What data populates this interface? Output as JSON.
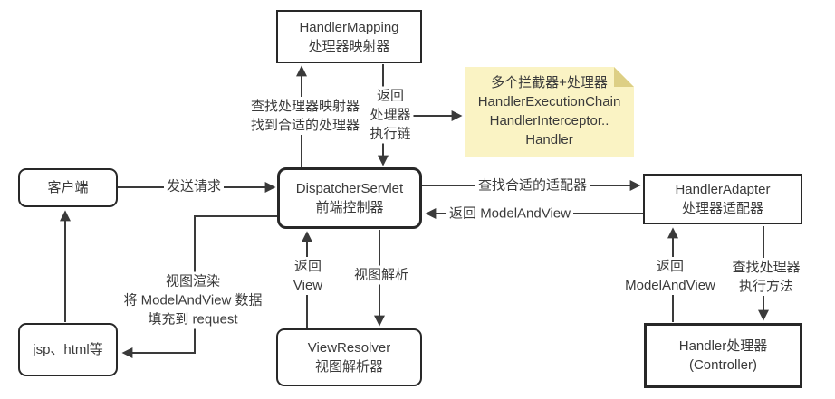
{
  "colors": {
    "line": "#3a3a3a",
    "box_border": "#282828",
    "text": "#3a3a3a",
    "note_bg": "#faf3c4",
    "note_fold": "#ddcf85"
  },
  "boxes": {
    "handler_mapping": {
      "title": "HandlerMapping",
      "subtitle": "处理器映射器"
    },
    "client": {
      "title": "客户端"
    },
    "dispatcher_servlet": {
      "title": "DispatcherServlet",
      "subtitle": "前端控制器"
    },
    "handler_adapter": {
      "title": "HandlerAdapter",
      "subtitle": "处理器适配器"
    },
    "handler_controller": {
      "title": "Handler处理器",
      "subtitle": "(Controller)"
    },
    "view_resolver": {
      "title": "ViewResolver",
      "subtitle": "视图解析器"
    },
    "jsp_html": {
      "title": "jsp、html等"
    }
  },
  "note": {
    "lines": [
      "多个拦截器+处理器",
      "HandlerExecutionChain",
      "HandlerInterceptor..",
      "Handler"
    ]
  },
  "labels": {
    "send_request": "发送请求",
    "find_mapping": [
      "查找处理器映射器",
      "找到合适的处理器"
    ],
    "return_chain": [
      "返回",
      "处理器",
      "执行链"
    ],
    "find_adapter": "查找合适的适配器",
    "return_modelandview": "返回 ModelAndView",
    "return_mav": [
      "返回",
      "ModelAndView"
    ],
    "find_handler": [
      "查找处理器",
      "执行方法"
    ],
    "return_view": [
      "返回",
      "View"
    ],
    "view_parse": "视图解析",
    "view_render": [
      "视图渲染",
      "将 ModelAndView 数据",
      "填充到 request"
    ]
  }
}
